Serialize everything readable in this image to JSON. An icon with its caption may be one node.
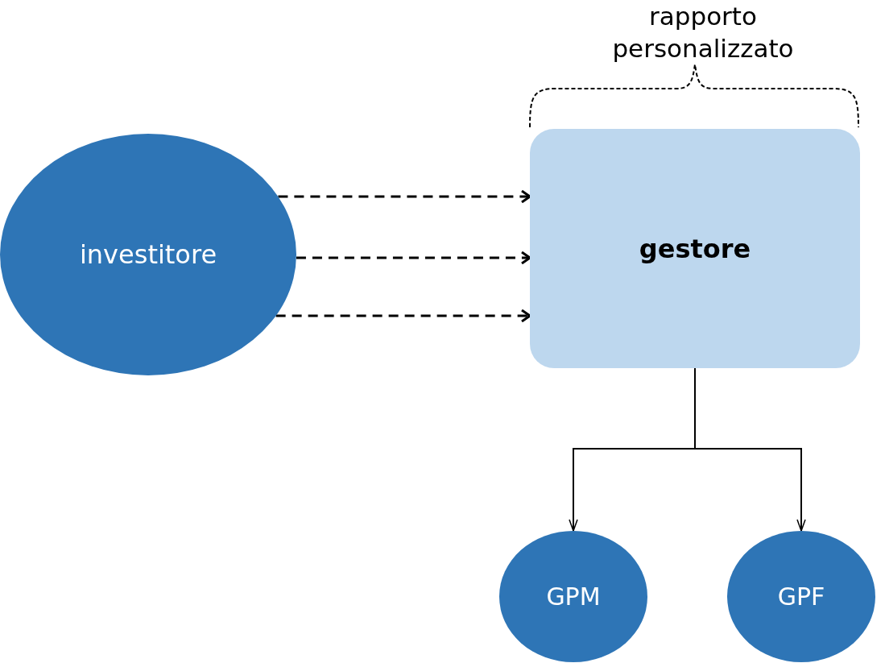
{
  "diagram": {
    "nodes": [
      {
        "text": [
          "investitore"
        ]
      },
      {
        "text": [
          "gestore"
        ]
      },
      {
        "text": [
          "GPM"
        ]
      },
      {
        "text": [
          "GPF"
        ]
      }
    ],
    "edges": [
      {
        "from": 0,
        "to": 1,
        "arrow": "to",
        "style": "dashed"
      },
      {
        "from": 0,
        "to": 1,
        "arrow": "to",
        "style": "dashed"
      },
      {
        "from": 0,
        "to": 1,
        "arrow": "to",
        "style": "dashed"
      },
      {
        "from": 1,
        "to": 2,
        "arrow": "to"
      },
      {
        "from": 1,
        "to": 3,
        "arrow": "to"
      }
    ],
    "labels": [
      "rapporto personalizzato"
    ]
  }
}
